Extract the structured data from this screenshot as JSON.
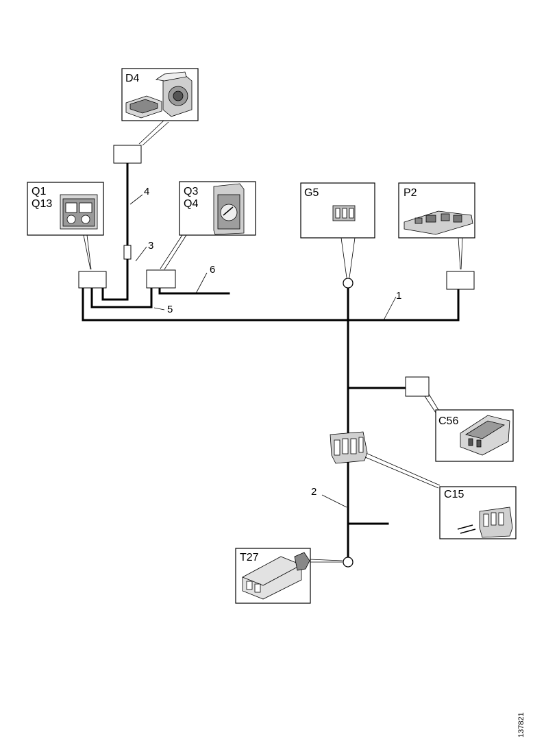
{
  "components": {
    "d4": "D4",
    "q1": "Q1",
    "q13": "Q13",
    "q3": "Q3",
    "q4": "Q4",
    "g5": "G5",
    "p2": "P2",
    "c56": "C56",
    "c15": "C15",
    "t27": "T27"
  },
  "harness_labels": {
    "h1": "1",
    "h2": "2",
    "h3": "3",
    "h4": "4",
    "h5": "5",
    "h6": "6"
  },
  "drawing_number": "137821"
}
